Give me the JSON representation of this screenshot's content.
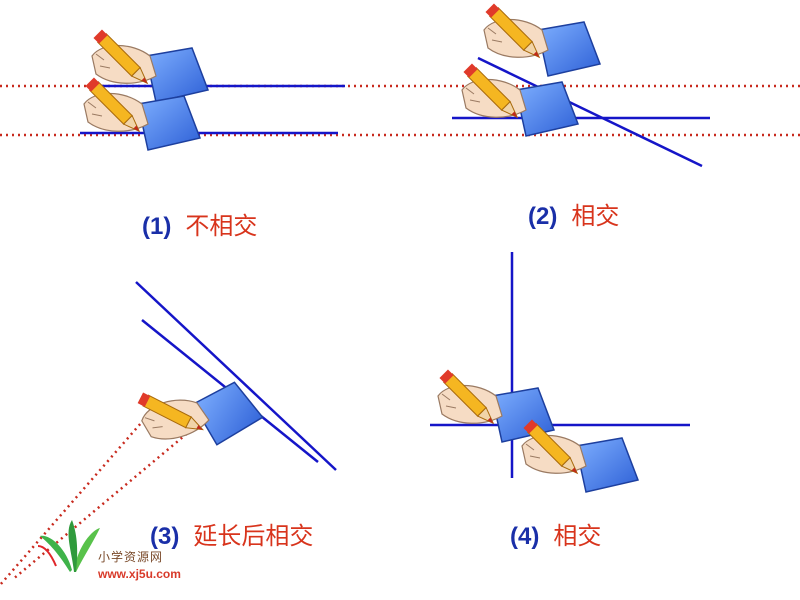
{
  "panels": [
    {
      "number": "(1)",
      "label": "不相交"
    },
    {
      "number": "(2)",
      "label": "相交"
    },
    {
      "number": "(3)",
      "label": "延长后相交"
    },
    {
      "number": "(4)",
      "label": "相交"
    }
  ],
  "watermark": {
    "text_cn": "小学资源网",
    "text_en": "www.xj5u.com"
  },
  "colors": {
    "line": "#1515c8",
    "extension": "#c82a1e",
    "number": "#1a2fa8",
    "label": "#d8341c",
    "sleeve": "#3b6fe0",
    "skin": "#f6dcc4",
    "pencil": "#f5b621"
  }
}
